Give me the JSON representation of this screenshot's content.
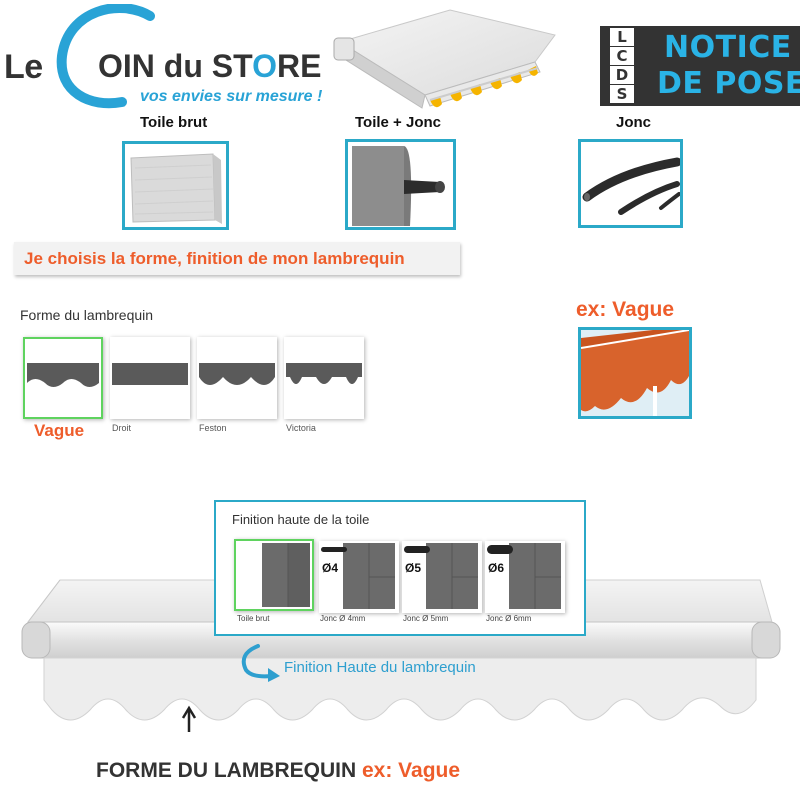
{
  "logo": {
    "le": "Le",
    "main_prefix": "OIN du ST",
    "main_o": "O",
    "main_suffix": "RE",
    "tagline": "vos envies sur mesure !"
  },
  "notice": {
    "lcds": [
      "L",
      "C",
      "D",
      "S"
    ],
    "line1": "NOTICE",
    "line2": "DE POSE"
  },
  "materials": [
    {
      "label": "Toile brut",
      "icon": "raw-fabric"
    },
    {
      "label": "Toile + Jonc",
      "icon": "fabric-with-rod"
    },
    {
      "label": "Jonc",
      "icon": "rod-cord"
    }
  ],
  "banner": "Je choisis la forme, finition de mon lambrequin",
  "forme": {
    "title": "Forme du lambrequin",
    "shapes": [
      {
        "name": "",
        "shape": "vague",
        "selected": true
      },
      {
        "name": "Droit",
        "shape": "droit",
        "selected": false
      },
      {
        "name": "Feston",
        "shape": "feston",
        "selected": false
      },
      {
        "name": "Victoria",
        "shape": "victoria",
        "selected": false
      }
    ],
    "selected_label": "Vague"
  },
  "example": {
    "title": "ex: Vague"
  },
  "finition": {
    "title": "Finition haute de la toile",
    "options": [
      {
        "name": "Toile brut",
        "phi": "",
        "selected": true
      },
      {
        "name": "Jonc Ø 4mm",
        "phi": "Ø4",
        "selected": false
      },
      {
        "name": "Jonc Ø 5mm",
        "phi": "Ø5",
        "selected": false
      },
      {
        "name": "Jonc Ø 6mm",
        "phi": "Ø6",
        "selected": false
      }
    ]
  },
  "finition_haute_label": "Finition Haute du lambrequin",
  "bottom_caption": {
    "main": "FORME DU LAMBREQUIN",
    "ex": "ex: Vague"
  },
  "colors": {
    "accent_blue": "#2ba9c8",
    "orange": "#ee5d2b",
    "selected_green": "#5fd35f",
    "fabric_grey": "#666666"
  }
}
